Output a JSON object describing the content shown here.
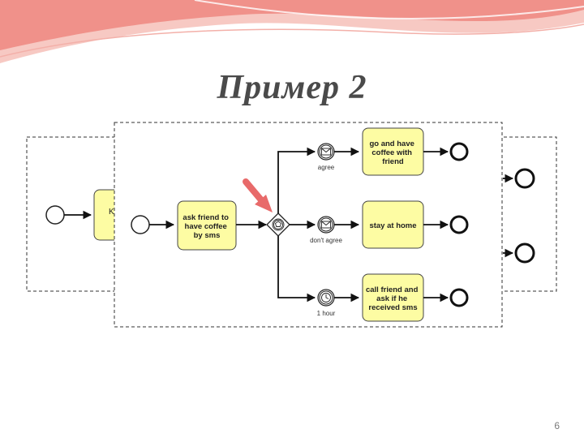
{
  "slide": {
    "title": "Пример 2",
    "page_number": "6"
  },
  "diagram": {
    "outer_task_label": "K",
    "tasks": {
      "ask_friend": [
        "ask friend to",
        "have coffee",
        "by sms"
      ],
      "go_coffee": [
        "go and have",
        "coffee with",
        "friend"
      ],
      "stay_home": [
        "stay at home"
      ],
      "call_friend": [
        "call friend and",
        "ask if he",
        "received sms"
      ]
    },
    "event_labels": {
      "agree": "agree",
      "dont_agree": "don't agree",
      "timer": "1 hour"
    },
    "icons": {
      "message_event": "envelope-icon",
      "timer_event": "clock-icon",
      "gateway": "event-based-gateway-icon",
      "pointer": "red-arrow-icon"
    },
    "colors": {
      "task_fill": "#fdfca3",
      "arrow_highlight": "#e86a6a",
      "header_wave": "#f0918a"
    }
  }
}
